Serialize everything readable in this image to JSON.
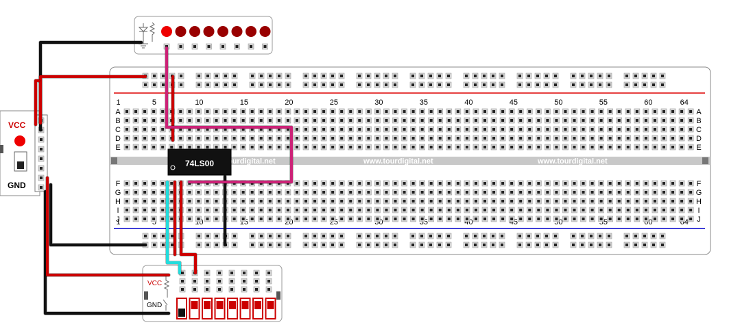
{
  "breadboard": {
    "columns": 64,
    "column_numbers": [
      "1",
      "5",
      "10",
      "15",
      "20",
      "25",
      "30",
      "35",
      "40",
      "45",
      "50",
      "55",
      "60",
      "64"
    ],
    "column_number_positions": [
      1,
      5,
      10,
      15,
      20,
      25,
      30,
      35,
      40,
      45,
      50,
      55,
      60,
      64
    ],
    "rows_top": [
      "A",
      "B",
      "C",
      "D",
      "E"
    ],
    "rows_bottom": [
      "F",
      "G",
      "H",
      "I",
      "J"
    ],
    "watermark": [
      "www.tourdigital.net",
      "www.tourdigital.net",
      "www.tourdigital.net"
    ]
  },
  "chip": {
    "label": "74LS00"
  },
  "power_module": {
    "vcc_label": "VCC",
    "gnd_label": "GND"
  },
  "switch_module": {
    "vcc_label": "VCC",
    "gnd_label": "GND",
    "switch_count": 8,
    "switch_states": [
      1,
      0,
      0,
      0,
      0,
      0,
      0,
      0
    ]
  },
  "led_module": {
    "led_count": 8,
    "led_states": [
      1,
      0,
      0,
      0,
      0,
      0,
      0,
      0
    ]
  },
  "colors": {
    "wire_red": "#cc0000",
    "wire_black": "#111111",
    "wire_magenta": "#cc2277",
    "wire_cyan": "#22dddd",
    "rail_red": "#dd0000",
    "rail_blue": "#0000cc",
    "led_on": "#ee0000",
    "led_off": "#990000",
    "chip_body": "#111111",
    "watermark": "#ffffff",
    "divider": "#c8c8c8"
  }
}
